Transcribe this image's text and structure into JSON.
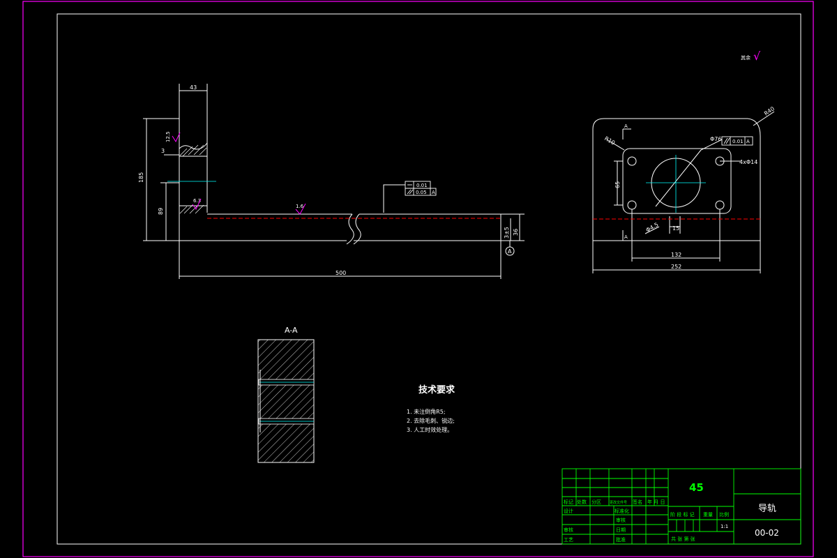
{
  "drawing": {
    "colors": {
      "background": "#000000",
      "outer_frame": "#ff00ff",
      "lines": "#ffffff",
      "title_block": "#00ff00",
      "centerline": "#00ffff",
      "hidden_red": "#ff0000",
      "roughness": "#ff00ff"
    },
    "front_view": {
      "dim_top": "43",
      "dim_total_height": "185",
      "dim_lower_height": "89",
      "dim_length": "500",
      "dim_side": "3",
      "dim_right_a": "3±5",
      "dim_right_b": "36",
      "roughness_a": "12.5",
      "roughness_b": "6.3",
      "roughness_c": "1.6",
      "flatness": "0.01",
      "parallelism": "0.05",
      "datum_ref": "A",
      "datum_label": "A"
    },
    "side_view": {
      "radius_large": "R40",
      "radius_small": "R10",
      "bolt_circle": "Φ76",
      "holes": "4xΦ14",
      "height": "65",
      "hole_dia": "Φ4.5",
      "offset": "15",
      "hole_span": "132",
      "width": "252",
      "parallelism": "0.01",
      "datum_ref": "A",
      "section_a_top": "A",
      "section_a_bottom": "A"
    },
    "section_view": {
      "title": "A-A"
    },
    "notes": {
      "heading": "技术要求",
      "items": [
        "1.  未注倒角R5;",
        "2.  去除毛刺、锐边;",
        "3.  人工时效处理。"
      ]
    },
    "corner_roughness": {
      "label": "其余",
      "symbol": "√"
    },
    "title_block": {
      "material": "45",
      "part_name": "导轨",
      "drawing_no": "00-02",
      "scale": "1:1",
      "headers": [
        "标记",
        "处数",
        "分区",
        "更改文件号",
        "签名",
        "年 月 日"
      ],
      "row_design": "设计",
      "row_standard": "标准化",
      "row_review": "审核",
      "row_process": "工艺",
      "row_audit": "审核",
      "row_approve": "批准",
      "row_date": "日期",
      "stage": "阶 段 标 记",
      "weight": "重量",
      "ratio": "比例",
      "sheets": "共  张  第  张"
    }
  }
}
